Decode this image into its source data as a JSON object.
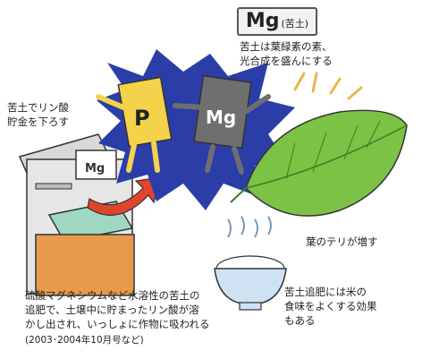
{
  "title": {
    "symbol": "Mg",
    "note": "(苦土)"
  },
  "desc_top": "苦土は葉緑素の素、\n光合成を盛んにする",
  "desc_atm": "苦土でリン酸\n貯金を下ろす",
  "desc_leaf": "葉のテリが増す",
  "desc_rice": "苦土追肥には米の\n食味をよくする効果\nもある",
  "desc_bottom": "硫酸マグネシウムなど水溶性の苦土の\n追肥で、土壌中に貯まったリン酸が溶\nかし出され、いっしょに作物に吸われる",
  "desc_note": "(2003･2004年10月号など)",
  "card_p": "P",
  "card_mg": "Mg",
  "atm_screen": "Mg",
  "colors": {
    "burst": "#2b3ea8",
    "p_card": "#f3d34a",
    "mg_card": "#6f6f6f",
    "leaf": "#7cc245",
    "arrow": "#e0452c",
    "atm_base": "#e89a4c",
    "screen": "#9fd7c0"
  }
}
